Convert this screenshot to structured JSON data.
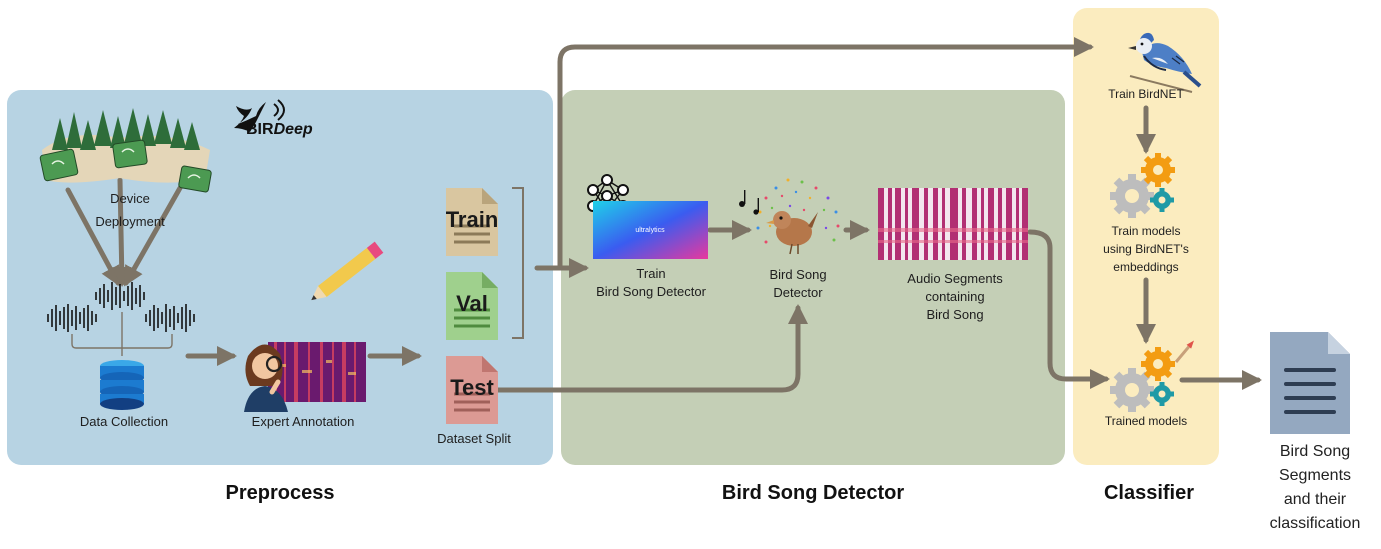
{
  "logo": {
    "part1": "BIR",
    "part2": "Deep"
  },
  "sections": {
    "preprocess": "Preprocess",
    "detector": "Bird Song Detector",
    "classifier": "Classifier"
  },
  "preprocess": {
    "device_deployment": [
      "Device",
      "Deployment"
    ],
    "data_collection": "Data Collection",
    "expert_annotation": "Expert Annotation",
    "dataset_split": "Dataset Split",
    "splits": [
      "Train",
      "Val",
      "Test"
    ]
  },
  "detector": {
    "train_detector": [
      "Train",
      "Bird Song Detector"
    ],
    "ultralytics_badge": "ultralytics",
    "bird_song_detector": [
      "Bird Song",
      "Detector"
    ],
    "audio_segments": [
      "Audio Segments",
      "containing",
      "Bird Song"
    ]
  },
  "classifier": {
    "train_birdnet": "Train BirdNET",
    "train_models": [
      "Train models",
      "using BirdNET's",
      "embeddings"
    ],
    "trained_models": "Trained models"
  },
  "output": [
    "Bird Song",
    "Segments",
    "and their",
    "classification"
  ],
  "colors": {
    "preprocess_bg": "#b7d3e3",
    "detector_bg": "#c4cfb6",
    "classifier_bg": "#fbecbf",
    "arrow": "#7d7466",
    "train_doc": "#d9c6a0",
    "val_doc": "#9fd08d",
    "test_doc": "#dc9a94",
    "output_doc": "#94a8c0"
  },
  "icons": [
    "birdeep-logo-icon",
    "forest-device-icon",
    "waveform-icon",
    "database-icon",
    "annotator-icon",
    "pencil-icon",
    "spectrogram-icon",
    "document-icon",
    "neural-network-icon",
    "yolo-banner-icon",
    "bird-brain-icon",
    "music-notes-icon",
    "jay-bird-icon",
    "gears-icon",
    "brush-icon"
  ]
}
